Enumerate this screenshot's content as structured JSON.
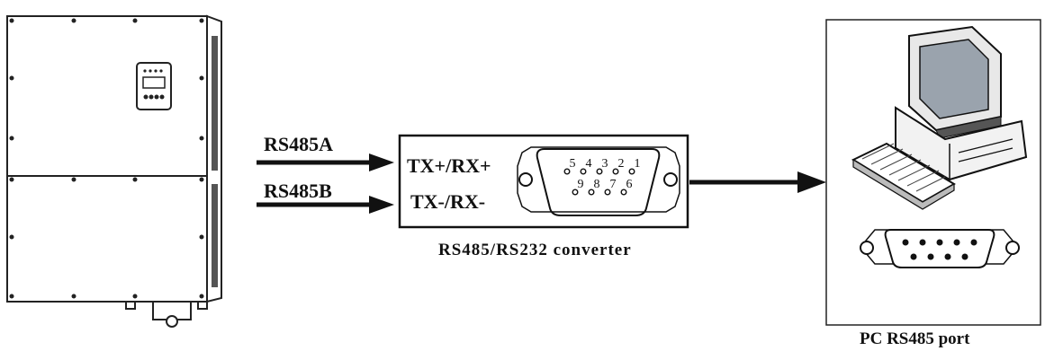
{
  "labels": {
    "rs485a": "RS485A",
    "rs485b": "RS485B",
    "tx_plus": "TX+/RX+",
    "tx_minus": "TX-/RX-",
    "converter": "RS485/RS232 converter",
    "pc_port": "PC RS485 port"
  },
  "db9_top_pins": [
    "5",
    "4",
    "3",
    "2",
    "1"
  ],
  "db9_bottom_pins": [
    "9",
    "8",
    "7",
    "6"
  ]
}
